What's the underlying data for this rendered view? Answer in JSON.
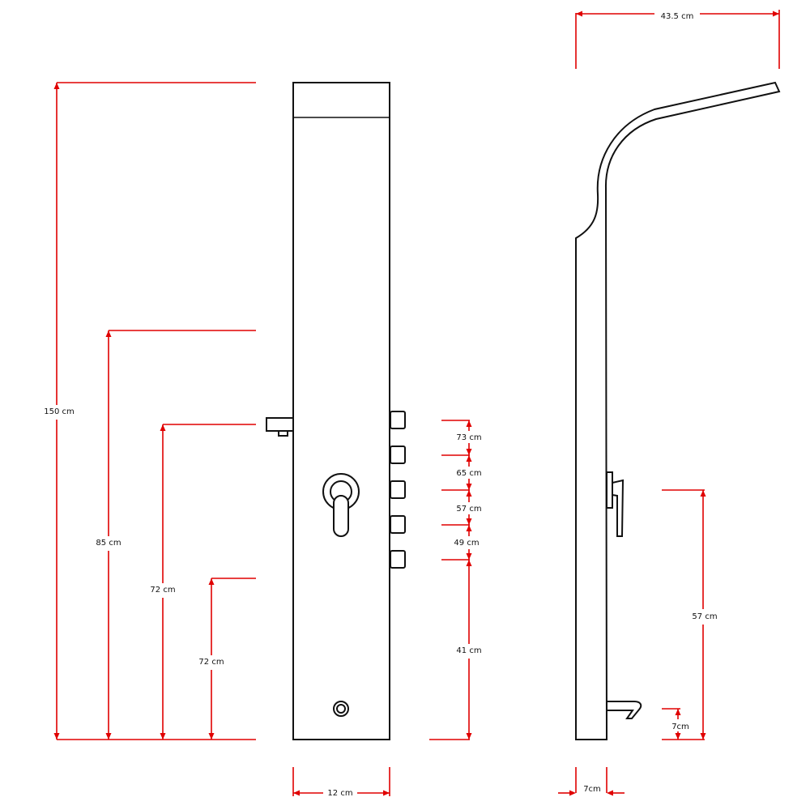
{
  "colors": {
    "dimension": "#e00000",
    "outline": "#111111",
    "background": "#ffffff"
  },
  "dimensions": {
    "total_height": "150 cm",
    "top_jets_height": "85 cm",
    "spout_height": "72 cm",
    "bottom_jets_height": "72 cm",
    "panel_width": "12 cm",
    "button_1": "73 cm",
    "button_2": "65 cm",
    "button_3": "57 cm",
    "button_4": "49 cm",
    "button_5": "41 cm",
    "projection": "43.5 cm",
    "handle_height": "57 cm",
    "spout_side_height": "7cm",
    "depth": "7cm"
  }
}
